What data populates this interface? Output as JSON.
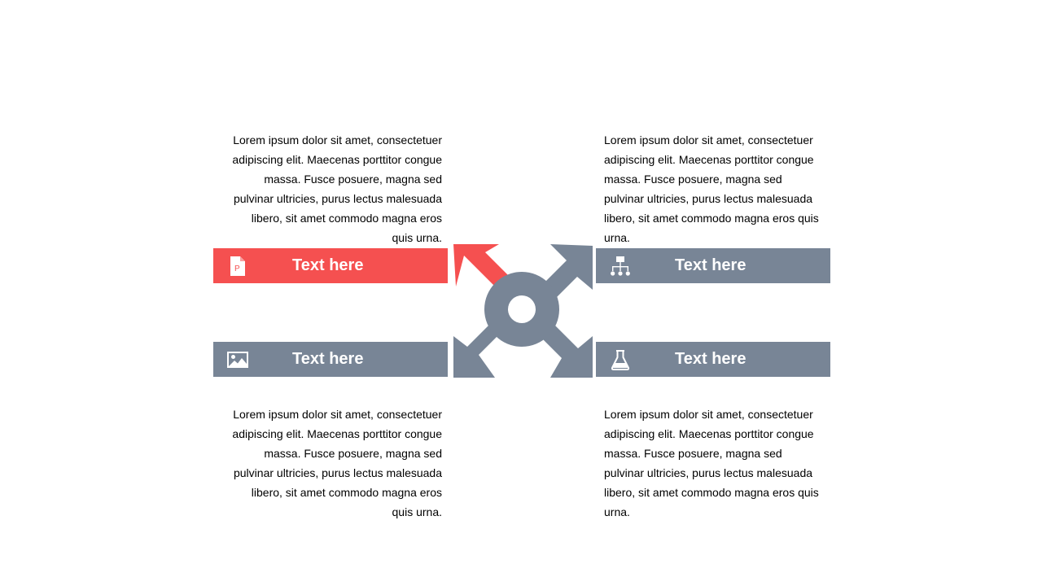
{
  "colors": {
    "accent": "#F55050",
    "neutral": "#788596",
    "text": "#000000",
    "background": "#FFFFFF"
  },
  "quadrants": {
    "top_left": {
      "title": "Text here",
      "icon": "document-icon",
      "highlighted": true,
      "body": "Lorem ipsum dolor sit amet, consectetuer adipiscing elit. Maecenas porttitor congue massa. Fusce posuere, magna sed pulvinar ultricies, purus lectus malesuada libero, sit amet commodo magna eros quis urna."
    },
    "top_right": {
      "title": "Text here",
      "icon": "org-chart-icon",
      "highlighted": false,
      "body": "Lorem ipsum dolor sit amet, consectetuer adipiscing elit. Maecenas porttitor congue massa. Fusce posuere, magna sed pulvinar ultricies, purus lectus malesuada libero, sit amet commodo magna eros quis urna."
    },
    "bottom_left": {
      "title": "Text here",
      "icon": "image-icon",
      "highlighted": false,
      "body": "Lorem ipsum dolor sit amet, consectetuer adipiscing elit. Maecenas porttitor congue massa. Fusce posuere, magna sed pulvinar ultricies, purus lectus malesuada libero, sit amet commodo magna eros quis urna."
    },
    "bottom_right": {
      "title": "Text here",
      "icon": "flask-icon",
      "highlighted": false,
      "body": "Lorem ipsum dolor sit amet, consectetuer adipiscing elit. Maecenas porttitor congue massa. Fusce posuere, magna sed pulvinar ultricies, purus lectus malesuada libero, sit amet commodo magna eros quis urna."
    }
  }
}
